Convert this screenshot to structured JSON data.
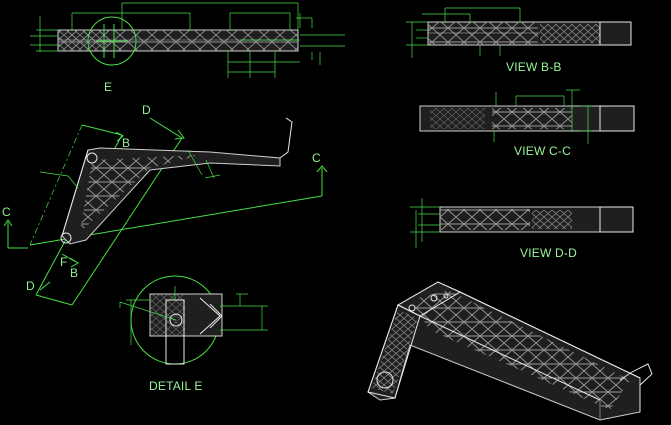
{
  "labels": {
    "e_top": "E",
    "b_top": "B",
    "d_top": "D",
    "c_right": "C",
    "c_left": "C",
    "d_left": "D",
    "f_bottom": "F",
    "b_bottom": "B",
    "view_bb": "VIEW B-B",
    "view_cc": "VIEW C-C",
    "view_dd": "VIEW D-D",
    "detail_e": "DETAIL E"
  },
  "colors": {
    "background": "#000000",
    "dimension": "#46e046",
    "label": "#8ef28e",
    "part_outline": "#e8e8e8",
    "part_fill": "#1f1f1f"
  }
}
